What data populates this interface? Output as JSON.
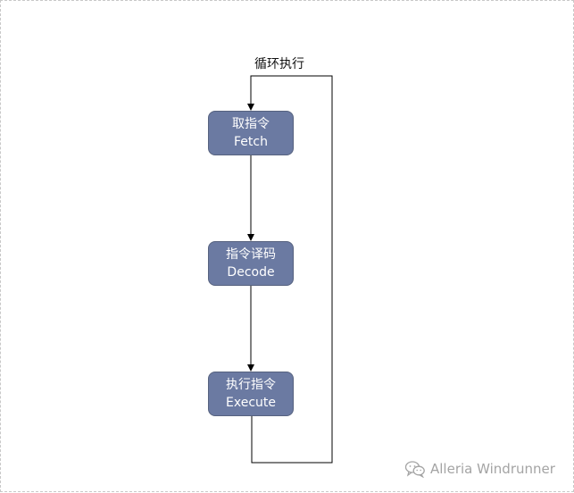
{
  "diagram": {
    "loop_label": "循环执行",
    "nodes": [
      {
        "id": "fetch",
        "label_cn": "取指令",
        "label_en": "Fetch"
      },
      {
        "id": "decode",
        "label_cn": "指令译码",
        "label_en": "Decode"
      },
      {
        "id": "execute",
        "label_cn": "执行指令",
        "label_en": "Execute"
      }
    ],
    "edges": [
      {
        "from": "fetch",
        "to": "decode"
      },
      {
        "from": "decode",
        "to": "execute"
      },
      {
        "from": "execute",
        "to": "fetch",
        "label": "循环执行"
      }
    ],
    "node_fill": "#6b7aa2",
    "node_border": "#56627f",
    "node_text_color": "#ffffff",
    "line_color": "#000000"
  },
  "watermark": {
    "icon": "wechat-icon",
    "text": "Alleria Windrunner"
  }
}
